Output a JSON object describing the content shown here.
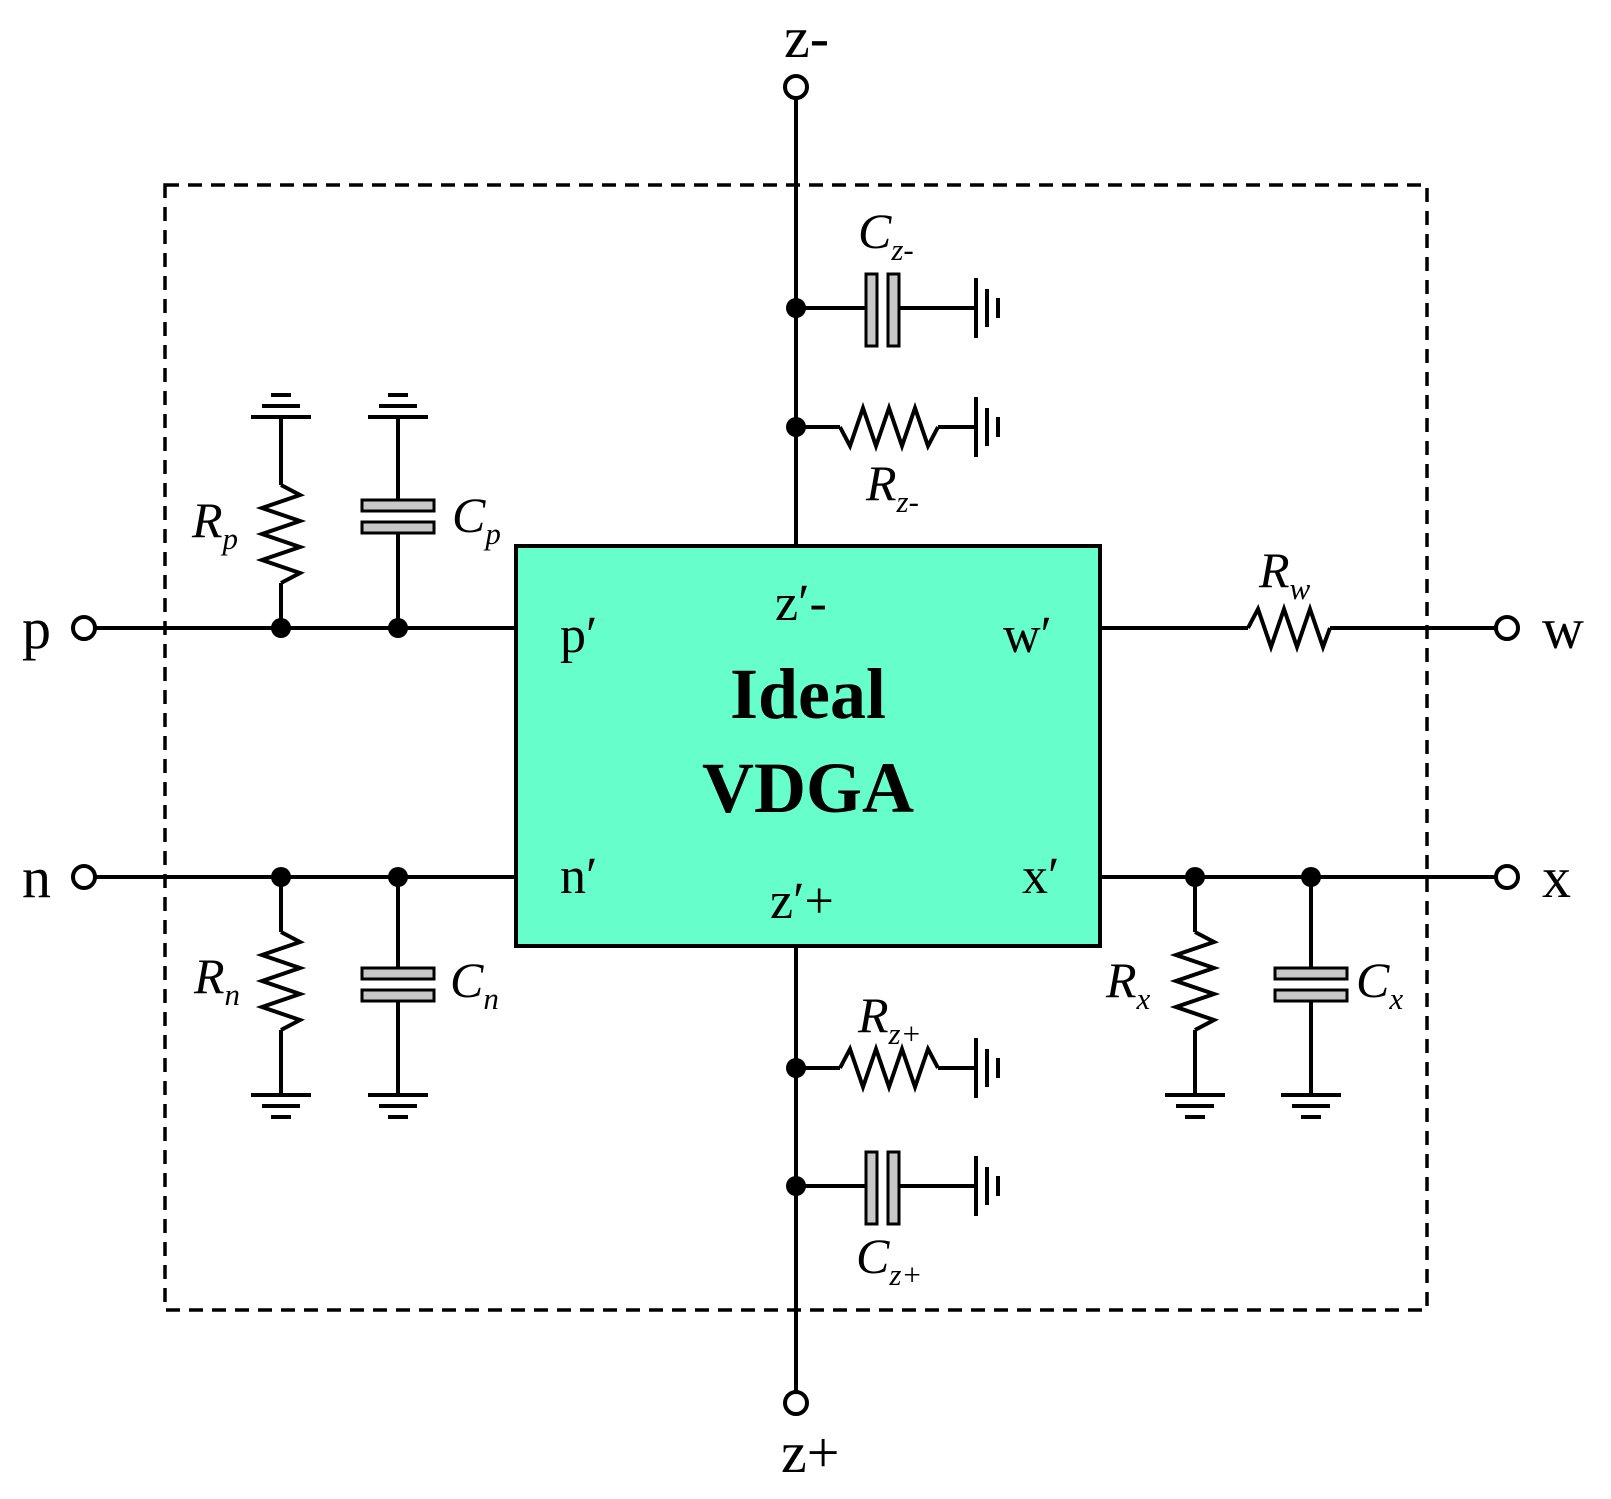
{
  "block": {
    "line1": "Ideal",
    "line2": "VDGA",
    "fill_color": "#66ffcc",
    "ports": {
      "p": "p′",
      "n": "n′",
      "w": "w′",
      "x": "x′",
      "z_minus": "z′-",
      "z_plus": "z′+"
    }
  },
  "terminals": {
    "p": "p",
    "n": "n",
    "w": "w",
    "x": "x",
    "z_minus": "z-",
    "z_plus": "z+"
  },
  "components": {
    "Rp": {
      "main": "R",
      "sub": "p"
    },
    "Cp": {
      "main": "C",
      "sub": "p"
    },
    "Rn": {
      "main": "R",
      "sub": "n"
    },
    "Cn": {
      "main": "C",
      "sub": "n"
    },
    "Rx": {
      "main": "R",
      "sub": "x"
    },
    "Cx": {
      "main": "C",
      "sub": "x"
    },
    "Rw": {
      "main": "R",
      "sub": "w"
    },
    "Czm": {
      "main": "C",
      "sub": "z-"
    },
    "Rzm": {
      "main": "R",
      "sub": "z-"
    },
    "Rzp": {
      "main": "R",
      "sub": "z+"
    },
    "Czp": {
      "main": "C",
      "sub": "z+"
    }
  },
  "colors": {
    "capacitor_fill": "#c8c8c8",
    "wire": "#000000"
  }
}
